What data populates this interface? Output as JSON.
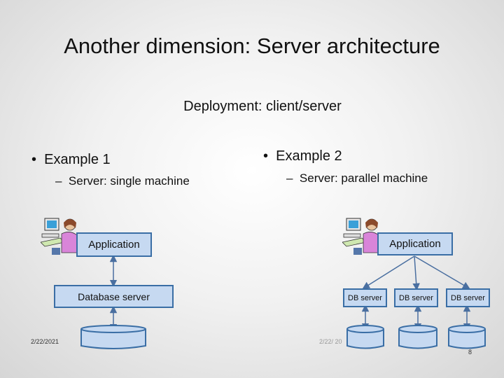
{
  "slide": {
    "title": "Another dimension: Server architecture",
    "subtitle": "Deployment: client/server",
    "date": "2/22/2021",
    "date_partial": "2/22/ 20",
    "page_number": "8"
  },
  "left": {
    "bullet": "Example 1",
    "sub": "Server: single machine",
    "app_label": "Application",
    "db_label": "Database server"
  },
  "right": {
    "bullet": "Example 2",
    "sub": "Server: parallel machine",
    "app_label": "Application",
    "db_servers": [
      "DB server",
      "DB server",
      "DB server"
    ]
  },
  "colors": {
    "box_fill": "#c6d9f1",
    "box_border": "#3a6ea5",
    "arrow": "#4a6fa0"
  }
}
